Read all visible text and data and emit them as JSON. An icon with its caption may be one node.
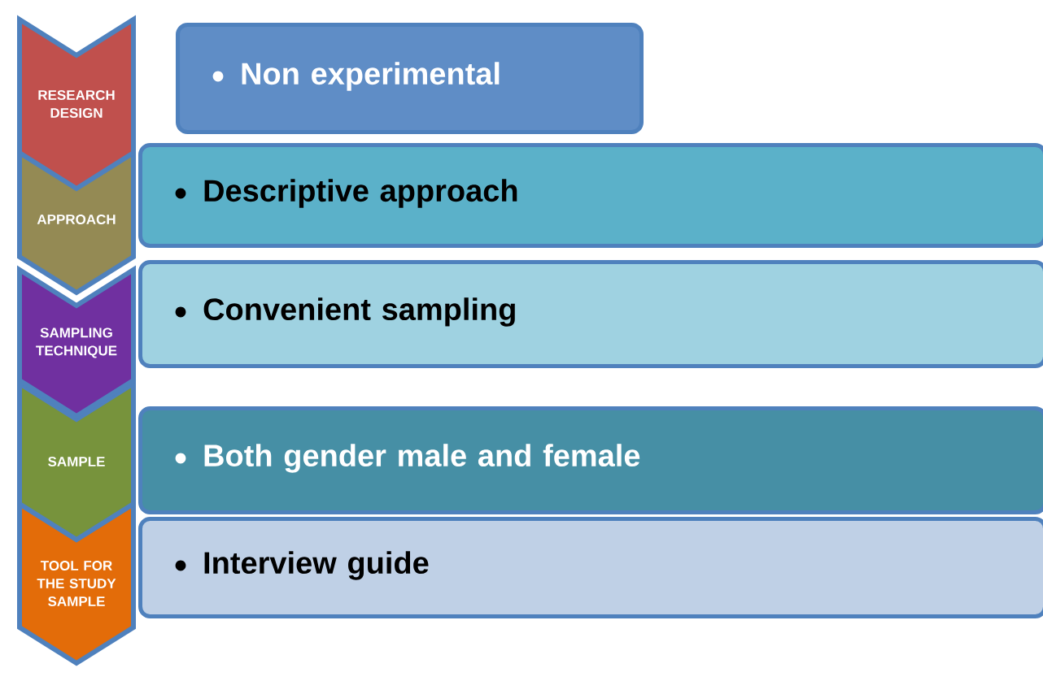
{
  "diagram": {
    "nodes": [
      {
        "text": [
          "RESEARCH DESIGN"
        ]
      },
      {
        "text": [
          "Non experimental"
        ]
      },
      {
        "text": [
          "APPROACH"
        ]
      },
      {
        "text": [
          "Descriptive approach"
        ]
      },
      {
        "text": [
          "SAMPLING TECHNIQUE"
        ]
      },
      {
        "text": [
          "Convenient sampling"
        ]
      },
      {
        "text": [
          "SAMPLE"
        ]
      },
      {
        "text": [
          "Both gender male and female"
        ]
      },
      {
        "text": [
          "TOOL FOR THE STUDY SAMPLE"
        ]
      },
      {
        "text": [
          "Interview guide"
        ]
      }
    ]
  }
}
